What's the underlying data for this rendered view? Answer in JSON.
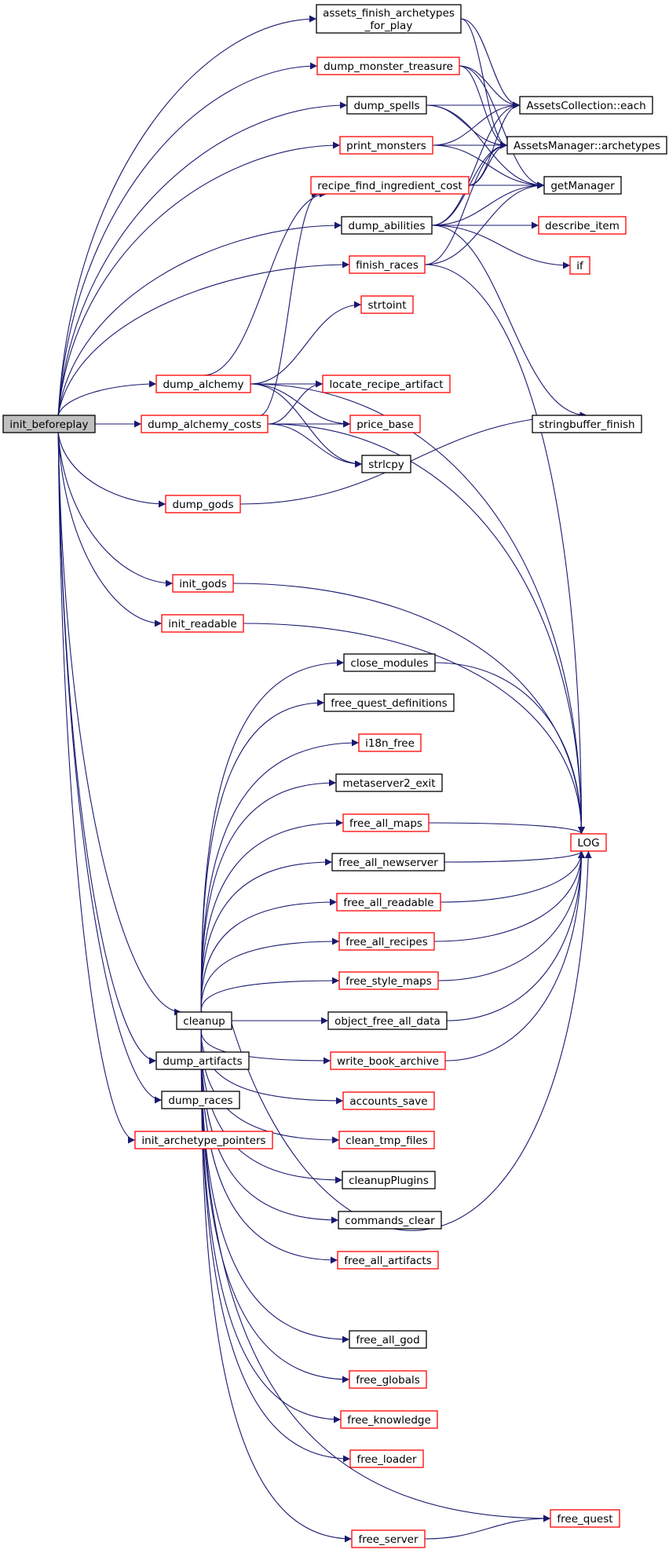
{
  "graph": {
    "colors": {
      "edge": "#191970",
      "root_fill": "#bfbfbf",
      "root_border": "#000000",
      "normal_border": "#000000",
      "linked_border": "#ff0000"
    },
    "nodes": [
      {
        "id": "init_beforeplay",
        "label": "init_beforeplay",
        "style": "root"
      },
      {
        "id": "assets_finish",
        "label": [
          "assets_finish_archetypes",
          "_for_play"
        ],
        "style": "normal"
      },
      {
        "id": "dump_monster_treasure",
        "label": "dump_monster_treasure",
        "style": "red"
      },
      {
        "id": "dump_spells",
        "label": "dump_spells",
        "style": "normal"
      },
      {
        "id": "print_monsters",
        "label": "print_monsters",
        "style": "red"
      },
      {
        "id": "recipe_find_ingredient_cost",
        "label": "recipe_find_ingredient_cost",
        "style": "red"
      },
      {
        "id": "dump_abilities",
        "label": "dump_abilities",
        "style": "normal"
      },
      {
        "id": "finish_races",
        "label": "finish_races",
        "style": "red"
      },
      {
        "id": "strtoint",
        "label": "strtoint",
        "style": "red"
      },
      {
        "id": "dump_alchemy",
        "label": "dump_alchemy",
        "style": "red"
      },
      {
        "id": "dump_alchemy_costs",
        "label": "dump_alchemy_costs",
        "style": "red"
      },
      {
        "id": "locate_recipe_artifact",
        "label": "locate_recipe_artifact",
        "style": "red"
      },
      {
        "id": "price_base",
        "label": "price_base",
        "style": "red"
      },
      {
        "id": "strlcpy",
        "label": "strlcpy",
        "style": "normal"
      },
      {
        "id": "dump_gods",
        "label": "dump_gods",
        "style": "red"
      },
      {
        "id": "init_gods",
        "label": "init_gods",
        "style": "red"
      },
      {
        "id": "init_readable",
        "label": "init_readable",
        "style": "red"
      },
      {
        "id": "assets_each",
        "label": "AssetsCollection::each",
        "style": "normal"
      },
      {
        "id": "assets_archetypes",
        "label": "AssetsManager::archetypes",
        "style": "normal"
      },
      {
        "id": "getManager",
        "label": "getManager",
        "style": "normal"
      },
      {
        "id": "describe_item",
        "label": "describe_item",
        "style": "red"
      },
      {
        "id": "if",
        "label": "if",
        "style": "red"
      },
      {
        "id": "stringbuffer_finish",
        "label": "stringbuffer_finish",
        "style": "normal"
      },
      {
        "id": "close_modules",
        "label": "close_modules",
        "style": "normal"
      },
      {
        "id": "free_quest_definitions",
        "label": "free_quest_definitions",
        "style": "normal"
      },
      {
        "id": "i18n_free",
        "label": "i18n_free",
        "style": "red"
      },
      {
        "id": "metaserver2_exit",
        "label": "metaserver2_exit",
        "style": "normal"
      },
      {
        "id": "free_all_maps",
        "label": "free_all_maps",
        "style": "red"
      },
      {
        "id": "free_all_newserver",
        "label": "free_all_newserver",
        "style": "normal"
      },
      {
        "id": "free_all_readable",
        "label": "free_all_readable",
        "style": "red"
      },
      {
        "id": "free_all_recipes",
        "label": "free_all_recipes",
        "style": "red"
      },
      {
        "id": "free_style_maps",
        "label": "free_style_maps",
        "style": "red"
      },
      {
        "id": "object_free_all_data",
        "label": "object_free_all_data",
        "style": "normal"
      },
      {
        "id": "write_book_archive",
        "label": "write_book_archive",
        "style": "red"
      },
      {
        "id": "accounts_save",
        "label": "accounts_save",
        "style": "red"
      },
      {
        "id": "clean_tmp_files",
        "label": "clean_tmp_files",
        "style": "red"
      },
      {
        "id": "cleanupPlugins",
        "label": "cleanupPlugins",
        "style": "normal"
      },
      {
        "id": "commands_clear",
        "label": "commands_clear",
        "style": "normal"
      },
      {
        "id": "free_all_artifacts",
        "label": "free_all_artifacts",
        "style": "red"
      },
      {
        "id": "free_all_god",
        "label": "free_all_god",
        "style": "normal"
      },
      {
        "id": "free_globals",
        "label": "free_globals",
        "style": "red"
      },
      {
        "id": "free_knowledge",
        "label": "free_knowledge",
        "style": "red"
      },
      {
        "id": "free_loader",
        "label": "free_loader",
        "style": "red"
      },
      {
        "id": "free_server",
        "label": "free_server",
        "style": "red"
      },
      {
        "id": "free_quest",
        "label": "free_quest",
        "style": "red"
      },
      {
        "id": "LOG",
        "label": "LOG",
        "style": "red"
      },
      {
        "id": "cleanup",
        "label": "cleanup",
        "style": "normal"
      },
      {
        "id": "dump_artifacts",
        "label": "dump_artifacts",
        "style": "normal"
      },
      {
        "id": "dump_races",
        "label": "dump_races",
        "style": "normal"
      },
      {
        "id": "init_archetype_pointers",
        "label": "init_archetype_pointers",
        "style": "red"
      }
    ],
    "edges": [
      [
        "init_beforeplay",
        "assets_finish"
      ],
      [
        "init_beforeplay",
        "dump_monster_treasure"
      ],
      [
        "init_beforeplay",
        "dump_spells"
      ],
      [
        "init_beforeplay",
        "print_monsters"
      ],
      [
        "init_beforeplay",
        "dump_abilities"
      ],
      [
        "init_beforeplay",
        "finish_races"
      ],
      [
        "init_beforeplay",
        "dump_alchemy"
      ],
      [
        "init_beforeplay",
        "dump_alchemy_costs"
      ],
      [
        "init_beforeplay",
        "dump_gods"
      ],
      [
        "init_beforeplay",
        "init_gods"
      ],
      [
        "init_beforeplay",
        "init_readable"
      ],
      [
        "init_beforeplay",
        "cleanup"
      ],
      [
        "init_beforeplay",
        "dump_artifacts"
      ],
      [
        "init_beforeplay",
        "dump_races"
      ],
      [
        "init_beforeplay",
        "init_archetype_pointers"
      ],
      [
        "assets_finish",
        "assets_each"
      ],
      [
        "assets_finish",
        "assets_archetypes"
      ],
      [
        "dump_monster_treasure",
        "assets_each"
      ],
      [
        "dump_monster_treasure",
        "assets_archetypes"
      ],
      [
        "dump_monster_treasure",
        "getManager"
      ],
      [
        "dump_spells",
        "assets_each"
      ],
      [
        "dump_spells",
        "assets_archetypes"
      ],
      [
        "dump_spells",
        "getManager"
      ],
      [
        "print_monsters",
        "assets_each"
      ],
      [
        "print_monsters",
        "assets_archetypes"
      ],
      [
        "print_monsters",
        "getManager"
      ],
      [
        "recipe_find_ingredient_cost",
        "assets_each"
      ],
      [
        "recipe_find_ingredient_cost",
        "assets_archetypes"
      ],
      [
        "recipe_find_ingredient_cost",
        "getManager"
      ],
      [
        "dump_abilities",
        "assets_each"
      ],
      [
        "dump_abilities",
        "assets_archetypes"
      ],
      [
        "dump_abilities",
        "getManager"
      ],
      [
        "dump_abilities",
        "describe_item"
      ],
      [
        "dump_abilities",
        "if"
      ],
      [
        "dump_abilities",
        "stringbuffer_finish"
      ],
      [
        "finish_races",
        "assets_archetypes"
      ],
      [
        "finish_races",
        "getManager"
      ],
      [
        "finish_races",
        "LOG"
      ],
      [
        "dump_alchemy",
        "recipe_find_ingredient_cost"
      ],
      [
        "dump_alchemy",
        "strtoint"
      ],
      [
        "dump_alchemy",
        "locate_recipe_artifact"
      ],
      [
        "dump_alchemy",
        "price_base"
      ],
      [
        "dump_alchemy",
        "strlcpy"
      ],
      [
        "dump_alchemy",
        "LOG"
      ],
      [
        "dump_alchemy_costs",
        "recipe_find_ingredient_cost"
      ],
      [
        "dump_alchemy_costs",
        "locate_recipe_artifact"
      ],
      [
        "dump_alchemy_costs",
        "price_base"
      ],
      [
        "dump_alchemy_costs",
        "strlcpy"
      ],
      [
        "dump_alchemy_costs",
        "LOG"
      ],
      [
        "dump_gods",
        "stringbuffer_finish"
      ],
      [
        "init_gods",
        "LOG"
      ],
      [
        "init_readable",
        "LOG"
      ],
      [
        "cleanup",
        "close_modules"
      ],
      [
        "cleanup",
        "free_quest_definitions"
      ],
      [
        "cleanup",
        "i18n_free"
      ],
      [
        "cleanup",
        "metaserver2_exit"
      ],
      [
        "cleanup",
        "free_all_maps"
      ],
      [
        "cleanup",
        "free_all_newserver"
      ],
      [
        "cleanup",
        "free_all_readable"
      ],
      [
        "cleanup",
        "free_all_recipes"
      ],
      [
        "cleanup",
        "free_style_maps"
      ],
      [
        "cleanup",
        "object_free_all_data"
      ],
      [
        "cleanup",
        "write_book_archive"
      ],
      [
        "cleanup",
        "accounts_save"
      ],
      [
        "cleanup",
        "clean_tmp_files"
      ],
      [
        "cleanup",
        "cleanupPlugins"
      ],
      [
        "cleanup",
        "commands_clear"
      ],
      [
        "cleanup",
        "free_all_artifacts"
      ],
      [
        "cleanup",
        "LOG"
      ],
      [
        "cleanup",
        "free_all_god"
      ],
      [
        "cleanup",
        "free_globals"
      ],
      [
        "cleanup",
        "free_knowledge"
      ],
      [
        "cleanup",
        "free_loader"
      ],
      [
        "cleanup",
        "free_quest"
      ],
      [
        "cleanup",
        "free_server"
      ],
      [
        "close_modules",
        "LOG"
      ],
      [
        "free_all_maps",
        "LOG"
      ],
      [
        "free_all_newserver",
        "LOG"
      ],
      [
        "free_all_readable",
        "LOG"
      ],
      [
        "free_all_recipes",
        "LOG"
      ],
      [
        "free_style_maps",
        "LOG"
      ],
      [
        "object_free_all_data",
        "LOG"
      ],
      [
        "write_book_archive",
        "LOG"
      ],
      [
        "free_server",
        "free_quest"
      ]
    ]
  }
}
